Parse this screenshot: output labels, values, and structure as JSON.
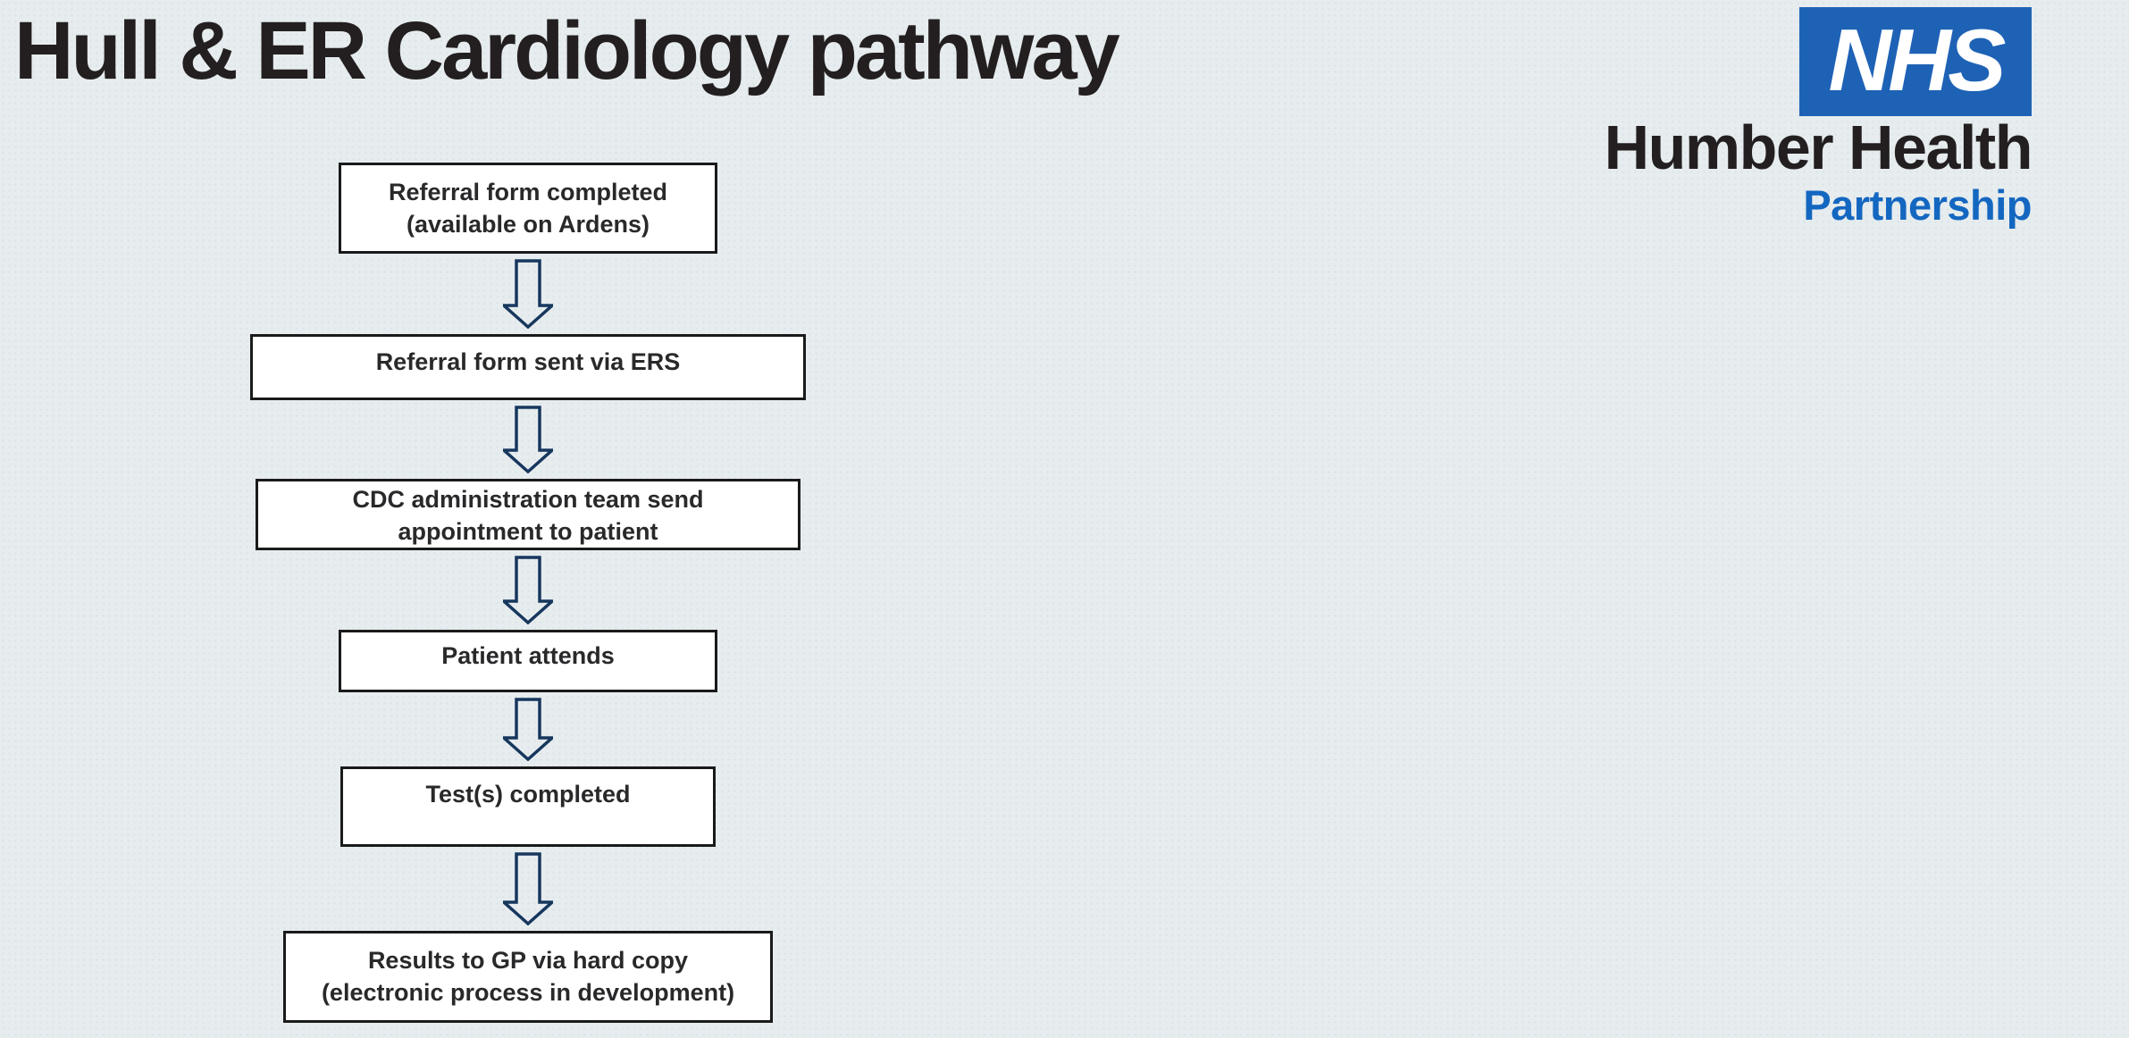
{
  "header": {
    "title": "Hull & ER Cardiology pathway"
  },
  "logo": {
    "nhs": "NHS",
    "org": "Humber Health",
    "sub": "Partnership"
  },
  "flowchart": {
    "steps": [
      {
        "lines": [
          "Referral form completed",
          "(available on Ardens)"
        ]
      },
      {
        "lines": [
          "Referral form sent via ERS"
        ]
      },
      {
        "lines": [
          "CDC administration team send",
          "appointment to patient"
        ]
      },
      {
        "lines": [
          "Patient attends"
        ]
      },
      {
        "lines": [
          "Test(s) completed"
        ]
      },
      {
        "lines": [
          "Results to GP via hard copy",
          "(electronic process in development)"
        ]
      }
    ]
  },
  "colors": {
    "nhs_blue": "#1e62b5",
    "partnership_blue": "#1467c0",
    "arrow_navy": "#17375e",
    "background": "#e7ecee",
    "box_border": "#1a1a1a",
    "box_text": "#29292b"
  }
}
